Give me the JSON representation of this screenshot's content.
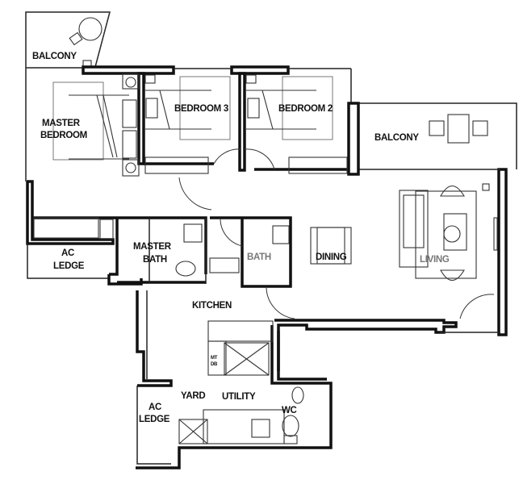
{
  "plan": {
    "type": "residential floor plan",
    "rooms": {
      "balcony_master": "BALCONY",
      "master_bedroom_line1": "MASTER",
      "master_bedroom_line2": "BEDROOM",
      "bedroom3": "BEDROOM 3",
      "bedroom2": "BEDROOM 2",
      "balcony_living": "BALCONY",
      "ac_ledge_top_line1": "AC",
      "ac_ledge_top_line2": "LEDGE",
      "master_bath_line1": "MASTER",
      "master_bath_line2": "BATH",
      "bath": "BATH",
      "dining": "DINING",
      "living": "LIVING",
      "kitchen": "KITCHEN",
      "mt_db_line1": "MT",
      "mt_db_line2": "DB",
      "yard": "YARD",
      "utility": "UTILITY",
      "wc": "WC",
      "ac_ledge_bottom_line1": "AC",
      "ac_ledge_bottom_line2": "LEDGE"
    },
    "colors": {
      "wall": "#111111",
      "background": "#ffffff"
    }
  }
}
